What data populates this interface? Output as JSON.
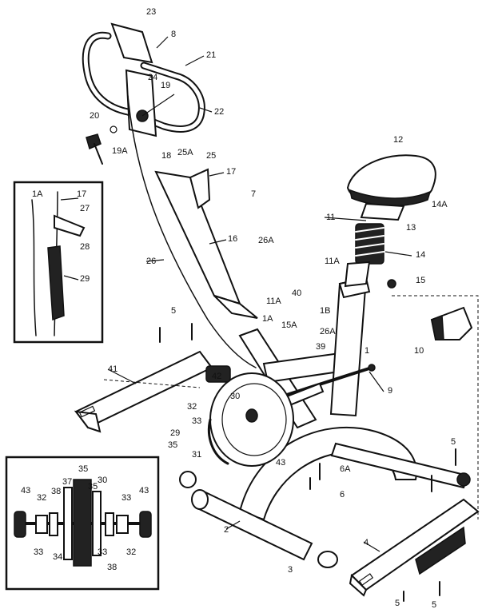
{
  "callouts": {
    "p23": "23",
    "p8": "8",
    "p21": "21",
    "p24": "24",
    "p19": "19",
    "p22": "22",
    "p20": "20",
    "p19a": "19A",
    "p18": "18",
    "p25a": "25A",
    "p25": "25",
    "p17": "17",
    "p7": "7",
    "p12": "12",
    "p14a": "14A",
    "p11": "11",
    "p13": "13",
    "p14": "14",
    "p11a_seat": "11A",
    "p15": "15",
    "p1b": "1B",
    "p10": "10",
    "p16": "16",
    "p26a": "26A",
    "p26": "26",
    "p40": "40",
    "p11a_mast": "11A",
    "p5_left": "5",
    "p1a": "1A",
    "p15a": "15A",
    "p26a_low": "26A",
    "p39": "39",
    "p1": "1",
    "p9": "9",
    "p41": "41",
    "p42": "42",
    "p32_mid": "32",
    "p33_mid": "33",
    "p30_mid": "30",
    "p29_mid": "29",
    "p35_mid": "35",
    "p31": "31",
    "p43_mid": "43",
    "p6a": "6A",
    "p6": "6",
    "p5_right": "5",
    "p2": "2",
    "p3": "3",
    "p4": "4",
    "p5_bottom": "5",
    "p5_rear": "5"
  },
  "inset_cable": {
    "p1a": "1A",
    "p17": "17",
    "p27": "27",
    "p28": "28",
    "p29": "29"
  },
  "inset_flywheel": {
    "p35": "35",
    "p43_l": "43",
    "p32_l": "32",
    "p38_l": "38",
    "p37": "37",
    "p35_r": "35",
    "p30": "30",
    "p33_r": "33",
    "p43_r": "43",
    "p33_l": "33",
    "p34": "34",
    "p33_c": "33",
    "p38_r": "38",
    "p32_r": "32"
  }
}
